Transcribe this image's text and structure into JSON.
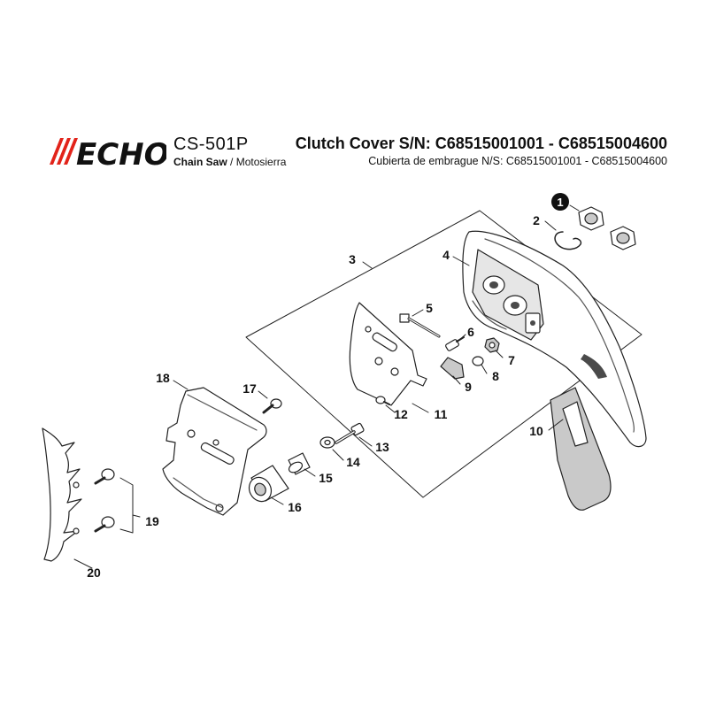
{
  "header": {
    "brand": "ECHO",
    "model": "CS-501P",
    "subtitle_en": "Chain Saw",
    "subtitle_sep": " / ",
    "subtitle_es": "Motosierra",
    "title_en": "Clutch Cover S/N: C68515001001 - C68515004600",
    "title_es": "Cubierta de embrague N/S: C68515001001 - C68515004600"
  },
  "colors": {
    "logo_red": "#e2231a",
    "line": "#222222",
    "part_fill": "#ffffff",
    "part_shade": "#c9c9c9",
    "part_dark": "#4a4a4a"
  },
  "parts": {
    "p1": "1",
    "p2": "2",
    "p3": "3",
    "p4": "4",
    "p5": "5",
    "p6": "6",
    "p7": "7",
    "p8": "8",
    "p9": "9",
    "p10": "10",
    "p11": "11",
    "p12": "12",
    "p13": "13",
    "p14": "14",
    "p15": "15",
    "p16": "16",
    "p17": "17",
    "p18": "18",
    "p19": "19",
    "p20": "20"
  }
}
